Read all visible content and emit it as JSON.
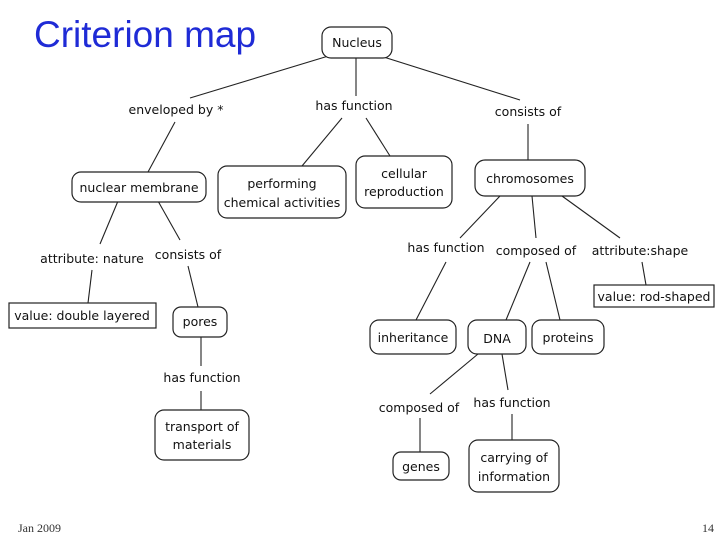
{
  "title": "Criterion map",
  "footer": {
    "date": "Jan 2009",
    "page": "14"
  },
  "nodes": {
    "nucleus": "Nucleus",
    "nuclear_membrane": "nuclear membrane",
    "performing_line1": "performing",
    "performing_line2": "chemical activities",
    "cellular_line1": "cellular",
    "cellular_line2": "reproduction",
    "chromosomes": "chromosomes",
    "value_double": "value: double layered",
    "pores": "pores",
    "transport_line1": "transport of",
    "transport_line2": "materials",
    "value_rod": "value: rod-shaped",
    "inheritance": "inheritance",
    "dna": "DNA",
    "proteins": "proteins",
    "genes": "genes",
    "carrying_line1": "carrying of",
    "carrying_line2": "information"
  },
  "links": {
    "enveloped_by": "enveloped by *",
    "has_function_1": "has function",
    "consists_of_1": "consists of",
    "attribute_nature": "attribute: nature",
    "consists_of_2": "consists of",
    "has_function_2": "has function",
    "composed_of_1": "composed of",
    "attribute_shape": "attribute:shape",
    "has_function_3": "has function",
    "composed_of_2": "composed of",
    "has_function_4": "has function"
  }
}
